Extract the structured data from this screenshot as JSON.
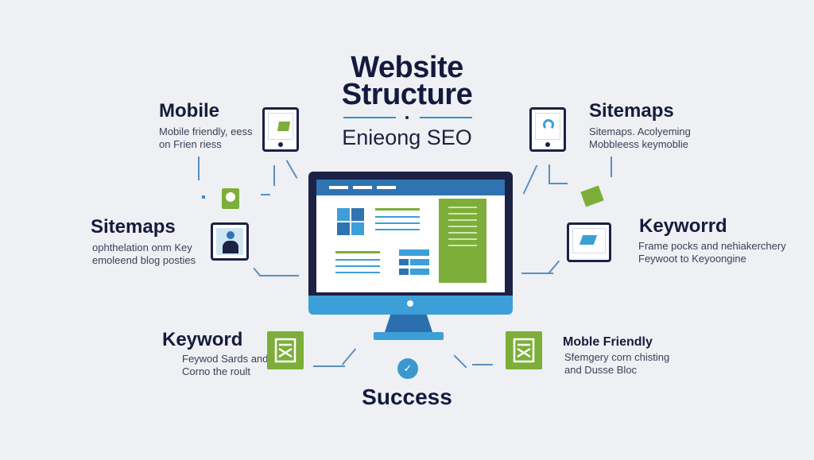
{
  "title": {
    "line1": "Website",
    "line2": "Structure"
  },
  "subtitle": "Enieong SEO",
  "footer": {
    "label": "Success"
  },
  "left": [
    {
      "heading": "Mobile",
      "desc1": "Mobile friendly, eess",
      "desc2": "on Frien riess"
    },
    {
      "heading": "Sitemaps",
      "desc1": "ophthelation onm Key",
      "desc2": "emoleend blog posties"
    },
    {
      "heading": "Keyword",
      "desc1": "Feywod Sards and",
      "desc2": "Corno the roult"
    }
  ],
  "right": [
    {
      "heading": "Sitemaps",
      "desc1": "Sitemaps. Acolyeming",
      "desc2": "Mobbleess keymoblie"
    },
    {
      "heading": "Keyworrd",
      "desc1": "Frame pocks and nehiakerchery",
      "desc2": "Feywoot to Keyoongine"
    },
    {
      "heading": "Moble Friendly",
      "desc1": "Sfemgery corn chisting",
      "desc2": "and Dusse Bloc"
    }
  ],
  "colors": {
    "navy": "#1c2146",
    "blue": "#2f73b1",
    "light_blue": "#3d9fd8",
    "green": "#7dae3a",
    "background": "#eef0f3"
  },
  "icons": [
    "mobile-device-icon",
    "sitemap-device-icon",
    "user-card-icon",
    "analytics-tablet-icon",
    "keyword-doc-icon",
    "friendly-doc-icon",
    "success-icon"
  ]
}
